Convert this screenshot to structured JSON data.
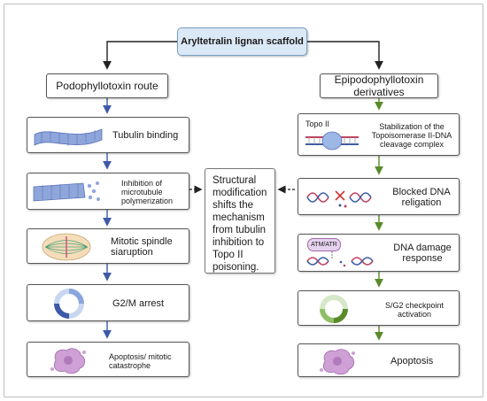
{
  "root_label": "Aryltetralin lignan scaffold",
  "left_route": {
    "title": "Podophyllotoxin route"
  },
  "right_route": {
    "title": "Epipodophyllotoxin derivatives"
  },
  "left_steps": [
    {
      "label": "Tubulin binding"
    },
    {
      "label": "Inhibition of microtubule polymerization"
    },
    {
      "label": "Mitotic spindle siaruption"
    },
    {
      "label": "G2/M arrest"
    },
    {
      "label": "Apoptosis/ mitotic catastrophe"
    }
  ],
  "right_steps": [
    {
      "label": "Stabilization of the Topoisomerase II-DNA cleavage complex",
      "tag": "Topo II"
    },
    {
      "label": "Blocked DNA religation"
    },
    {
      "label": "DNA damage response",
      "tag": "ATM/ATR"
    },
    {
      "label": "S/G2 checkpoint activation"
    },
    {
      "label": "Apoptosis"
    }
  ],
  "center_note": "Structural modification shifts the mechanism from tubulin inhibition to Topo II poisoning.",
  "colors": {
    "left_arrow": "#3d5aa8",
    "right_arrow": "#5b8a2b",
    "root_fill": "#dbe8f6"
  }
}
